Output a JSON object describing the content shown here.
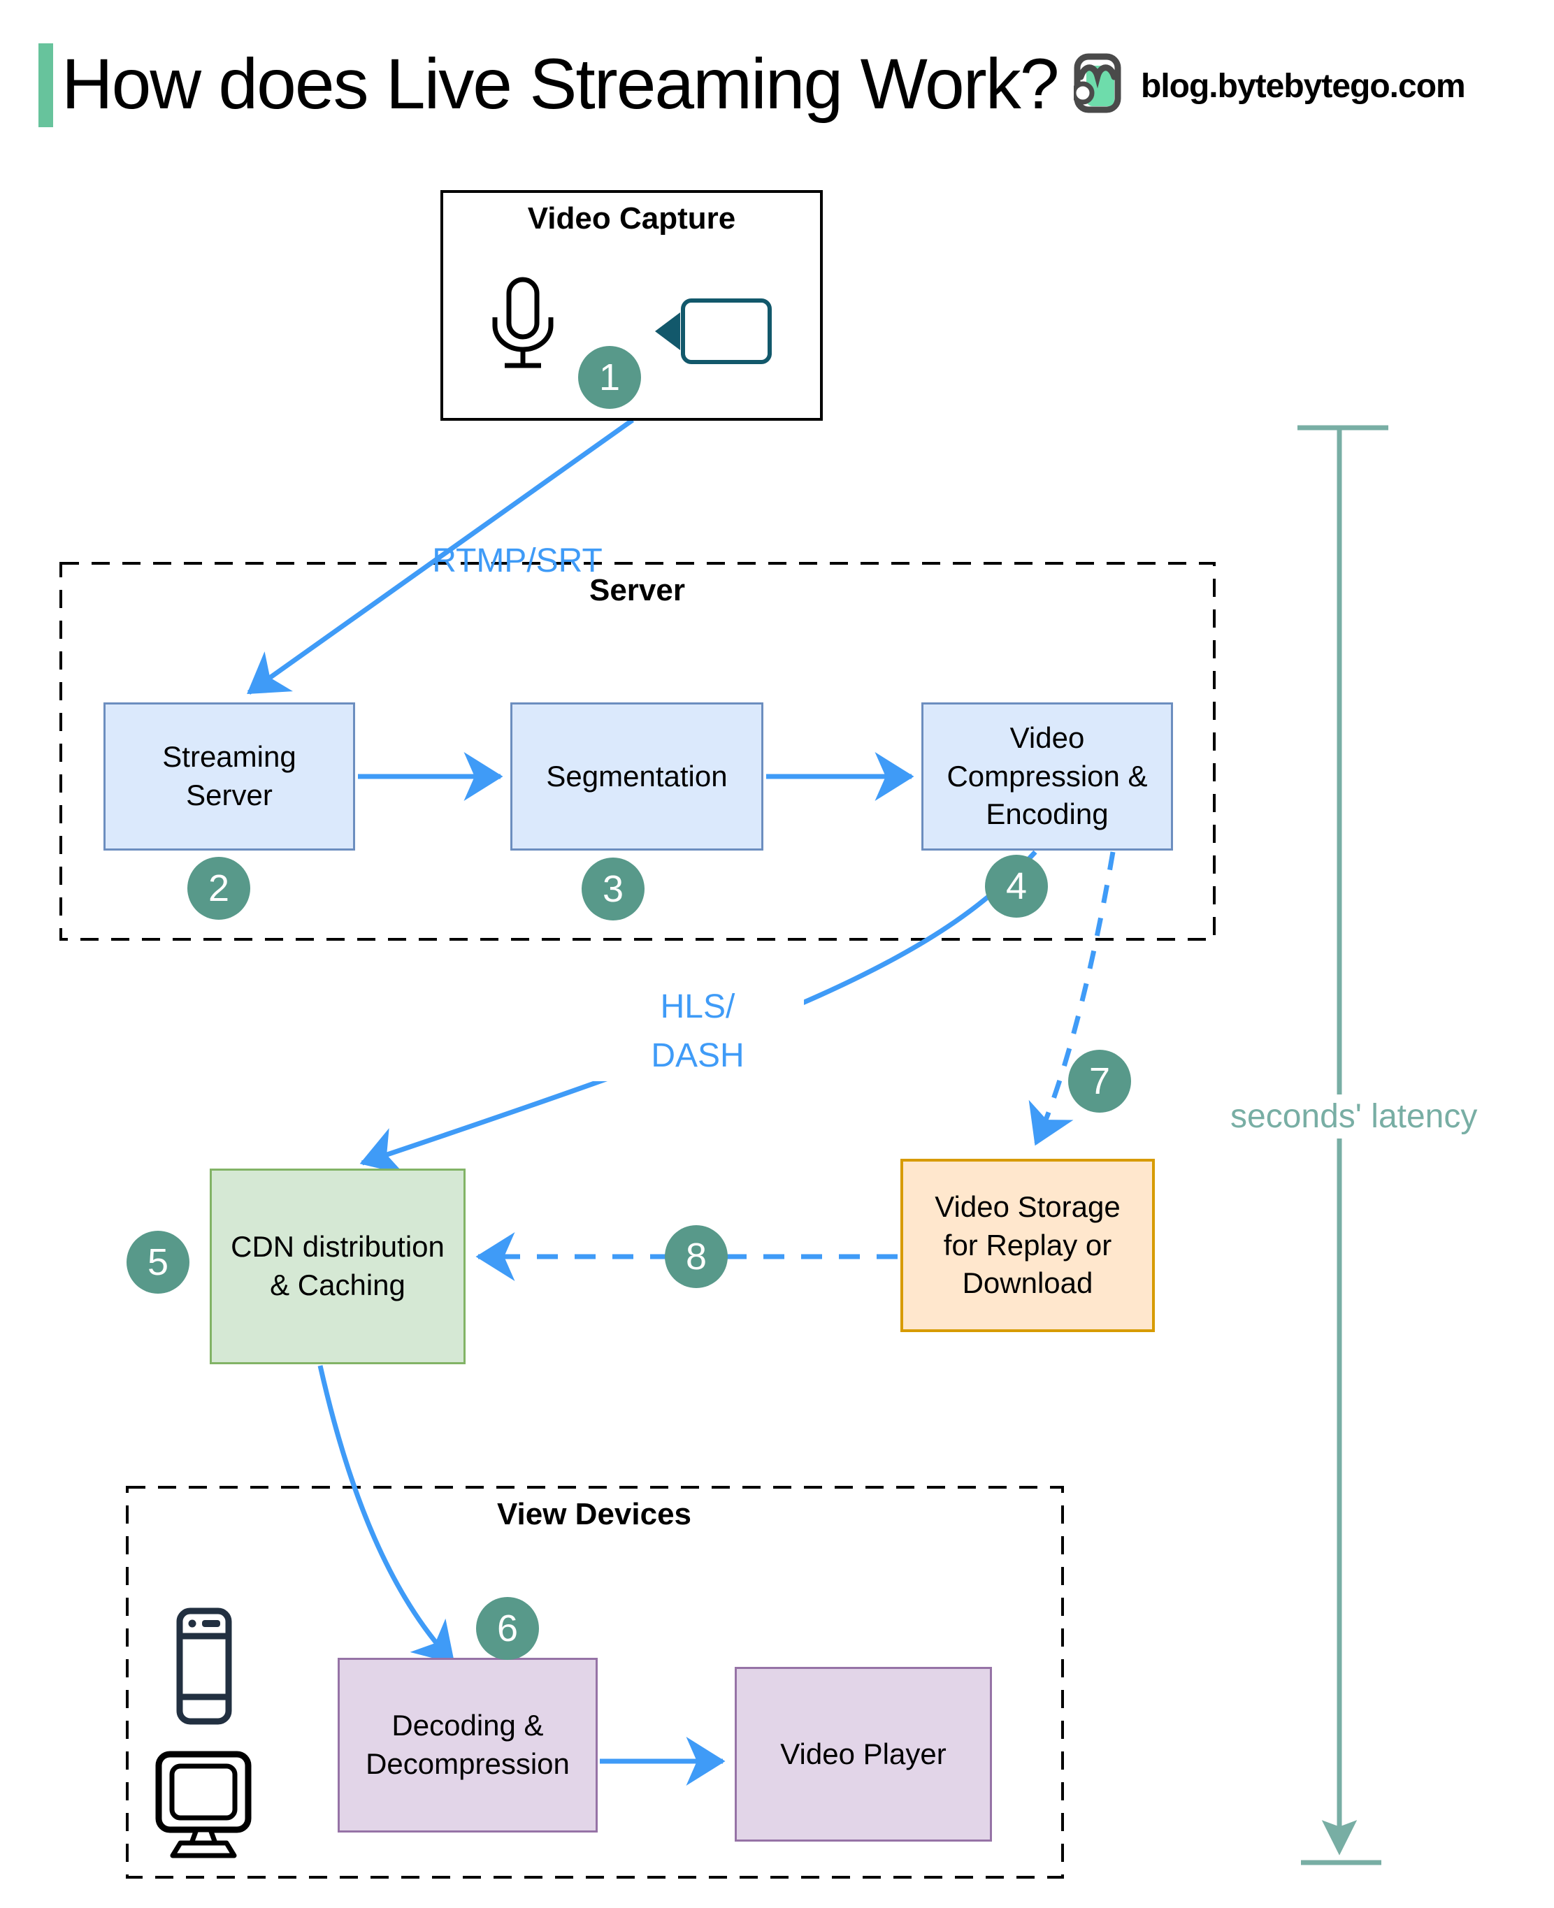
{
  "header": {
    "title": "How does Live Streaming Work?",
    "site": "blog.bytebytego.com",
    "accent_color": "#67c39c"
  },
  "groups": {
    "video_capture": {
      "label": "Video Capture"
    },
    "server": {
      "label": "Server"
    },
    "view_devices": {
      "label": "View Devices"
    }
  },
  "nodes": {
    "streaming_server": {
      "label": "Streaming\nServer"
    },
    "segmentation": {
      "label": "Segmentation"
    },
    "compression": {
      "label": "Video\nCompression &\nEncoding"
    },
    "cdn": {
      "label": "CDN distribution\n& Caching"
    },
    "storage": {
      "label": "Video Storage\nfor Replay or\nDownload"
    },
    "decoding": {
      "label": "Decoding &\nDecompression"
    },
    "player": {
      "label": "Video Player"
    }
  },
  "edges": {
    "rtmp": {
      "label": "RTMP/SRT"
    },
    "hls": {
      "label": "HLS/\nDASH"
    }
  },
  "latency": {
    "label": "seconds' latency"
  },
  "badges": [
    "1",
    "2",
    "3",
    "4",
    "5",
    "6",
    "7",
    "8"
  ],
  "icons": [
    "microphone-icon",
    "video-camera-icon",
    "smartphone-icon",
    "monitor-icon",
    "bytebytego-logo"
  ],
  "colors": {
    "arrow_blue": "#3f9bf7",
    "badge_teal": "#58998a",
    "latency_teal": "#78aea4",
    "accent_green": "#67c39c",
    "box_blue_fill": "#dbe9fc",
    "box_blue_border": "#6c8ebf",
    "box_green_fill": "#d5e8d4",
    "box_green_border": "#82b366",
    "box_orange_fill": "#ffe7cd",
    "box_orange_border": "#d79b00",
    "box_purple_fill": "#e2d5e8",
    "box_purple_border": "#9673a6",
    "camera_icon": "#12586b",
    "phone_icon": "#223041"
  }
}
